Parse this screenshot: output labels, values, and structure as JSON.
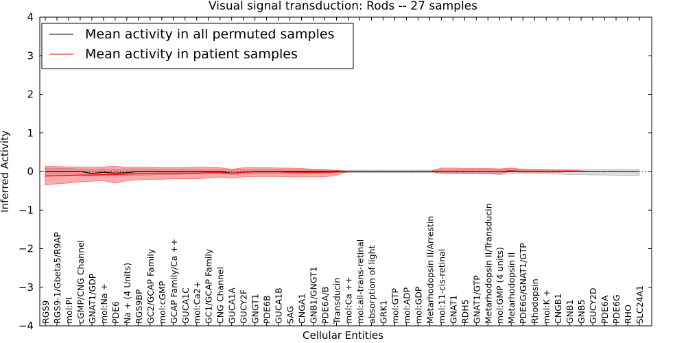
{
  "chart_data": {
    "type": "line",
    "title": "Visual signal transduction: Rods -- 27 samples",
    "xlabel": "Cellular Entities",
    "ylabel": "Inferred Activity",
    "ylim": [
      -4,
      4
    ],
    "yticks": [
      4,
      3,
      2,
      1,
      0,
      -1,
      -2,
      -3,
      -4
    ],
    "ytick_labels": [
      "4",
      "3",
      "2",
      "1",
      "0",
      "−1",
      "−2",
      "−3",
      "−4"
    ],
    "legend_position": "top-left",
    "categories": [
      "RGS9",
      "RGS9-1/Gbeta5/R9AP",
      "mol:PI",
      "cGMP/CNG Channel",
      "GNAT1/GDP",
      "mol:Na +",
      "PDE6",
      "Na + (4 Units)",
      "RGS9BP",
      "GC2/GCAP Family",
      "mol:cGMP",
      "GCAP Family/Ca ++",
      "GUCA1C",
      "mol:Ca2+",
      "GC1/GCAP Family",
      "CNG Channel",
      "GUCA1A",
      "GUCY2F",
      "GNGT1",
      "PDE6B",
      "GUCA1B",
      "SAG",
      "CNGA1",
      "GNB1/GNGT1",
      "PDE6A/B",
      "Transducin",
      "mol:Ca ++",
      "mol:all-trans-retinal",
      "absorption of light",
      "GRK1",
      "mol:GTP",
      "mol:ADP",
      "mol:GDP",
      "Metarhodopsin II/Arrestin",
      "mol:11-cis-retinal",
      "GNAT1",
      "RDH5",
      "GNAT1/GTP",
      "Metarhodopsin II/Transducin",
      "mol:GMP (4 units)",
      "Metarhodopsin II",
      "PDE6G/GNAT1/GTP",
      "Rhodopsin",
      "mol:K +",
      "CNGB1",
      "GNB1",
      "GNB5",
      "GUCY2D",
      "PDE6A",
      "PDE6G",
      "RHO",
      "SLC24A1"
    ],
    "series": [
      {
        "name": "Mean activity in all permuted samples",
        "color": "#000000",
        "values": [
          0.0,
          0.0,
          0.0,
          0.0,
          -0.05,
          -0.02,
          -0.04,
          -0.03,
          0.0,
          0.0,
          0.0,
          0.0,
          0.0,
          0.0,
          0.0,
          0.0,
          -0.04,
          -0.02,
          0.0,
          0.0,
          0.0,
          0.0,
          0.0,
          0.0,
          0.0,
          0.0,
          0.0,
          0.0,
          0.0,
          0.0,
          0.0,
          0.0,
          0.0,
          0.0,
          0.0,
          0.0,
          0.0,
          0.0,
          0.0,
          0.0,
          0.0,
          0.0,
          0.0,
          0.0,
          0.0,
          0.0,
          0.0,
          0.0,
          0.0,
          0.0,
          0.0,
          0.0
        ],
        "band_lower": [
          -0.1,
          -0.1,
          -0.1,
          -0.1,
          -0.12,
          -0.1,
          -0.12,
          -0.1,
          -0.1,
          -0.09,
          -0.08,
          -0.08,
          -0.07,
          -0.07,
          -0.06,
          -0.06,
          -0.08,
          -0.06,
          -0.05,
          -0.05,
          -0.05,
          -0.05,
          -0.04,
          -0.04,
          -0.04,
          -0.03,
          -0.03,
          -0.03,
          -0.03,
          -0.03,
          -0.03,
          -0.03,
          -0.03,
          -0.03,
          -0.04,
          -0.04,
          -0.04,
          -0.05,
          -0.06,
          -0.08,
          -0.06,
          -0.05,
          -0.05,
          -0.06,
          -0.07,
          -0.08,
          -0.08,
          -0.09,
          -0.09,
          -0.1,
          -0.1,
          -0.1
        ],
        "band_upper": [
          0.08,
          0.08,
          0.08,
          0.07,
          0.06,
          0.07,
          0.06,
          0.07,
          0.07,
          0.07,
          0.06,
          0.06,
          0.06,
          0.06,
          0.05,
          0.05,
          0.04,
          0.05,
          0.05,
          0.05,
          0.05,
          0.04,
          0.04,
          0.04,
          0.04,
          0.03,
          0.03,
          0.03,
          0.03,
          0.03,
          0.03,
          0.03,
          0.03,
          0.03,
          0.04,
          0.04,
          0.04,
          0.05,
          0.05,
          0.06,
          0.05,
          0.04,
          0.04,
          0.04,
          0.04,
          0.05,
          0.05,
          0.05,
          0.05,
          0.05,
          0.05,
          0.05
        ]
      },
      {
        "name": "Mean activity in patient samples",
        "color": "#ff0000",
        "values": [
          -0.12,
          -0.11,
          -0.1,
          -0.09,
          -0.09,
          -0.08,
          -0.08,
          -0.07,
          -0.06,
          -0.05,
          -0.04,
          -0.04,
          -0.04,
          -0.04,
          -0.03,
          -0.03,
          -0.04,
          -0.02,
          -0.01,
          -0.01,
          -0.01,
          -0.02,
          -0.02,
          -0.02,
          -0.02,
          -0.01,
          0.0,
          0.0,
          0.0,
          0.0,
          0.0,
          0.0,
          0.0,
          0.0,
          0.0,
          0.0,
          0.0,
          0.0,
          0.0,
          0.0,
          0.02,
          0.0,
          0.0,
          0.0,
          0.0,
          0.0,
          0.0,
          0.0,
          0.0,
          0.0,
          0.0,
          0.0
        ],
        "band_lower": [
          -0.35,
          -0.32,
          -0.3,
          -0.27,
          -0.25,
          -0.24,
          -0.3,
          -0.24,
          -0.22,
          -0.2,
          -0.2,
          -0.19,
          -0.19,
          -0.19,
          -0.17,
          -0.15,
          -0.17,
          -0.14,
          -0.13,
          -0.13,
          -0.13,
          -0.14,
          -0.14,
          -0.14,
          -0.14,
          -0.1,
          0.0,
          0.0,
          0.0,
          0.0,
          0.0,
          0.0,
          0.0,
          0.0,
          -0.04,
          -0.05,
          -0.05,
          -0.05,
          -0.05,
          -0.05,
          0.0,
          -0.02,
          -0.02,
          -0.02,
          -0.02,
          -0.01,
          0.0,
          0.0,
          0.0,
          0.0,
          0.0,
          0.0
        ],
        "band_upper": [
          0.14,
          0.13,
          0.12,
          0.12,
          0.11,
          0.12,
          0.14,
          0.11,
          0.11,
          0.11,
          0.1,
          0.1,
          0.1,
          0.11,
          0.11,
          0.1,
          0.06,
          0.1,
          0.1,
          0.1,
          0.09,
          0.09,
          0.08,
          0.06,
          0.05,
          0.03,
          0.0,
          0.0,
          0.0,
          0.0,
          0.0,
          0.0,
          0.0,
          0.0,
          0.09,
          0.09,
          0.08,
          0.08,
          0.08,
          0.07,
          0.09,
          0.06,
          0.05,
          0.05,
          0.04,
          0.03,
          0.02,
          0.0,
          0.0,
          0.0,
          0.0,
          0.0
        ]
      }
    ]
  }
}
